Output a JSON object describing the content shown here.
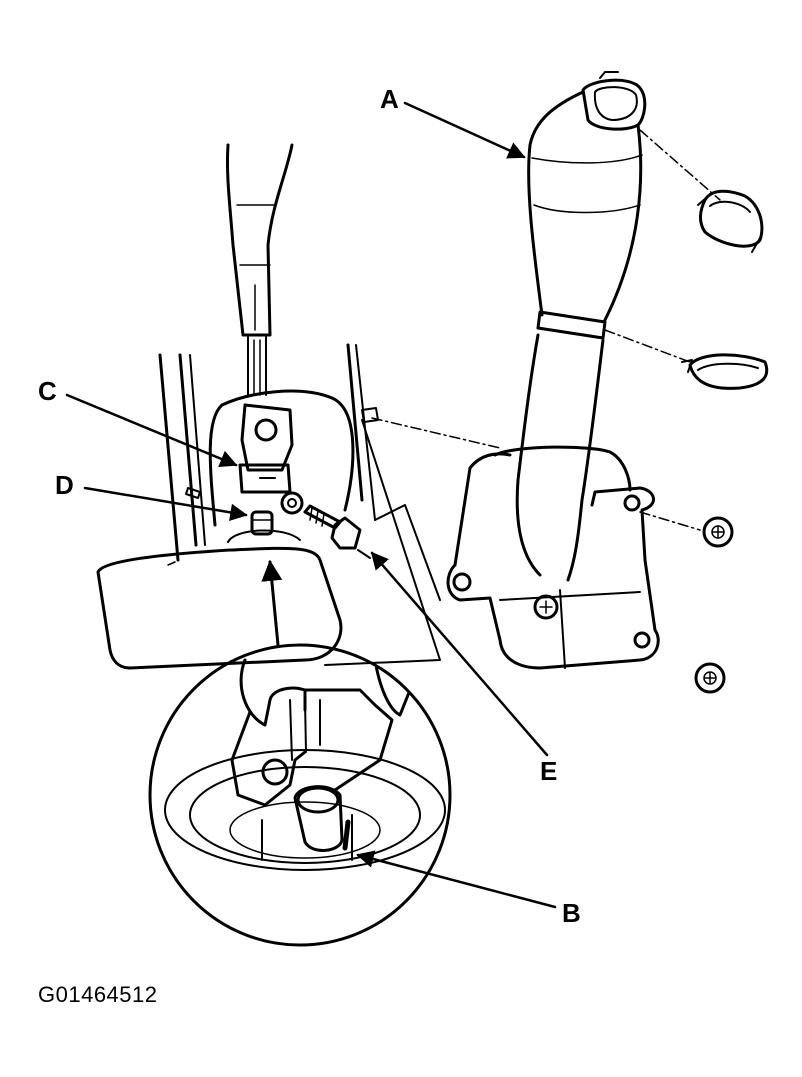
{
  "callouts": {
    "a": "A",
    "b": "B",
    "c": "C",
    "d": "D",
    "e": "E"
  },
  "figure_id": "G01464512",
  "colors": {
    "ink": "#000000",
    "paper": "#ffffff"
  }
}
